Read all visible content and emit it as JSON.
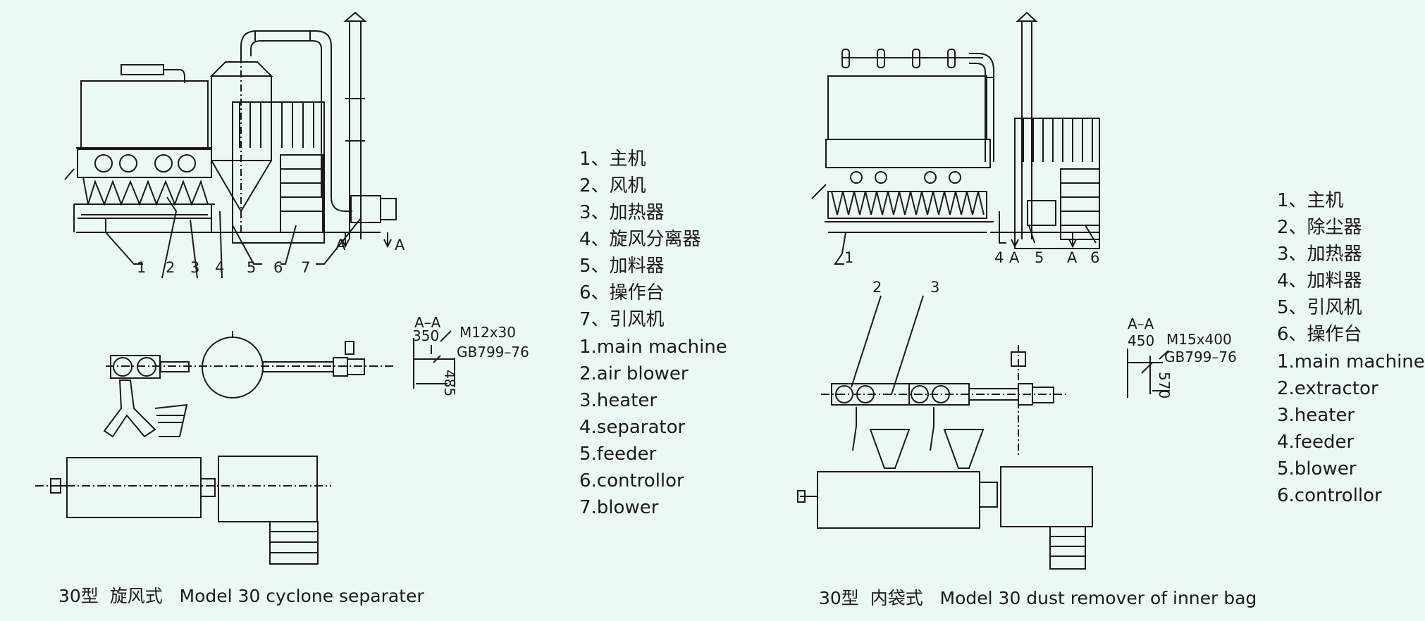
{
  "left": {
    "legend_cn": [
      "1、主机",
      "2、风机",
      "3、加热器",
      "4、旋风分离器",
      "5、加料器",
      "6、操作台",
      "7、引风机"
    ],
    "legend_en": [
      "1.main machine",
      "2.air blower",
      "3.heater",
      "4.separator",
      "5.feeder",
      "6.controllor",
      "7.blower"
    ],
    "callouts": [
      "1",
      "2",
      "3",
      "4",
      "5",
      "6",
      "7"
    ],
    "section": {
      "label": "A–A",
      "dim1": "350",
      "bolt": "M12x30",
      "std": "GB799–76",
      "dim2": "485"
    },
    "section_marks": [
      "A",
      "A"
    ],
    "caption": "30型  旋风式   Model 30 cyclone separater"
  },
  "right": {
    "legend_cn": [
      "1、主机",
      "2、除尘器",
      "3、加热器",
      "4、加料器",
      "5、引风机",
      "6、操作台"
    ],
    "legend_en": [
      "1.main machine",
      "2.extractor",
      "3.heater",
      "4.feeder",
      "5.blower",
      "6.controllor"
    ],
    "callouts": [
      "1",
      "2",
      "3",
      "4",
      "5",
      "6"
    ],
    "section": {
      "label": "A–A",
      "dim1": "450",
      "bolt": "M15x400",
      "std": "GB799–76",
      "dim2": "570"
    },
    "section_marks": [
      "A",
      "A"
    ],
    "caption": "30型  内袋式   Model 30 dust remover of inner bag"
  }
}
